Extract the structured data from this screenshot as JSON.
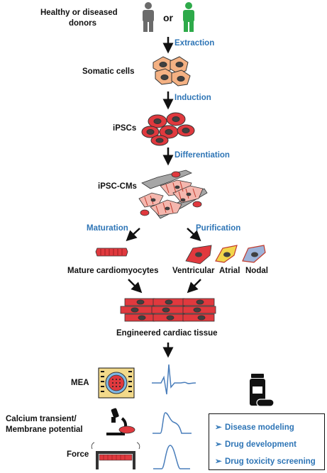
{
  "labels": {
    "donors_line1": "Healthy or diseased",
    "donors_line2": "donors",
    "or": "or",
    "somatic": "Somatic cells",
    "ipscs": "iPSCs",
    "ipsc_cms": "iPSC-CMs",
    "mature": "Mature cardiomyocytes",
    "ventricular": "Ventricular",
    "atrial": "Atrial",
    "nodal": "Nodal",
    "engineered": "Engineered cardiac tissue",
    "mea": "MEA",
    "calcium_line1": "Calcium transient/",
    "calcium_line2": "Membrane potential",
    "force": "Force"
  },
  "steps": {
    "extraction": "Extraction",
    "induction": "Induction",
    "differentiation": "Differentiation",
    "maturation": "Maturation",
    "purification": "Purification"
  },
  "applications": {
    "items": [
      "Disease modeling",
      "Drug development",
      "Drug toxicity screening"
    ],
    "bullet": "➢"
  },
  "colors": {
    "step_text": "#2e75b6",
    "person_gray": "#6b6b6b",
    "person_green": "#2eaa4a",
    "cell_salmon": "#f4b183",
    "cell_red": "#e0393e",
    "fibroblast_gray": "#a6a6a6",
    "nucleus": "#404040",
    "trace_blue": "#4a7ebb",
    "atrial_yellow": "#f2d64b",
    "nodal_blue": "#9db3d9"
  },
  "icons": [
    "person-gray-icon",
    "person-green-icon",
    "microscope-icon",
    "pill-bottle-icon",
    "mea-chip-icon",
    "force-rig-icon"
  ]
}
